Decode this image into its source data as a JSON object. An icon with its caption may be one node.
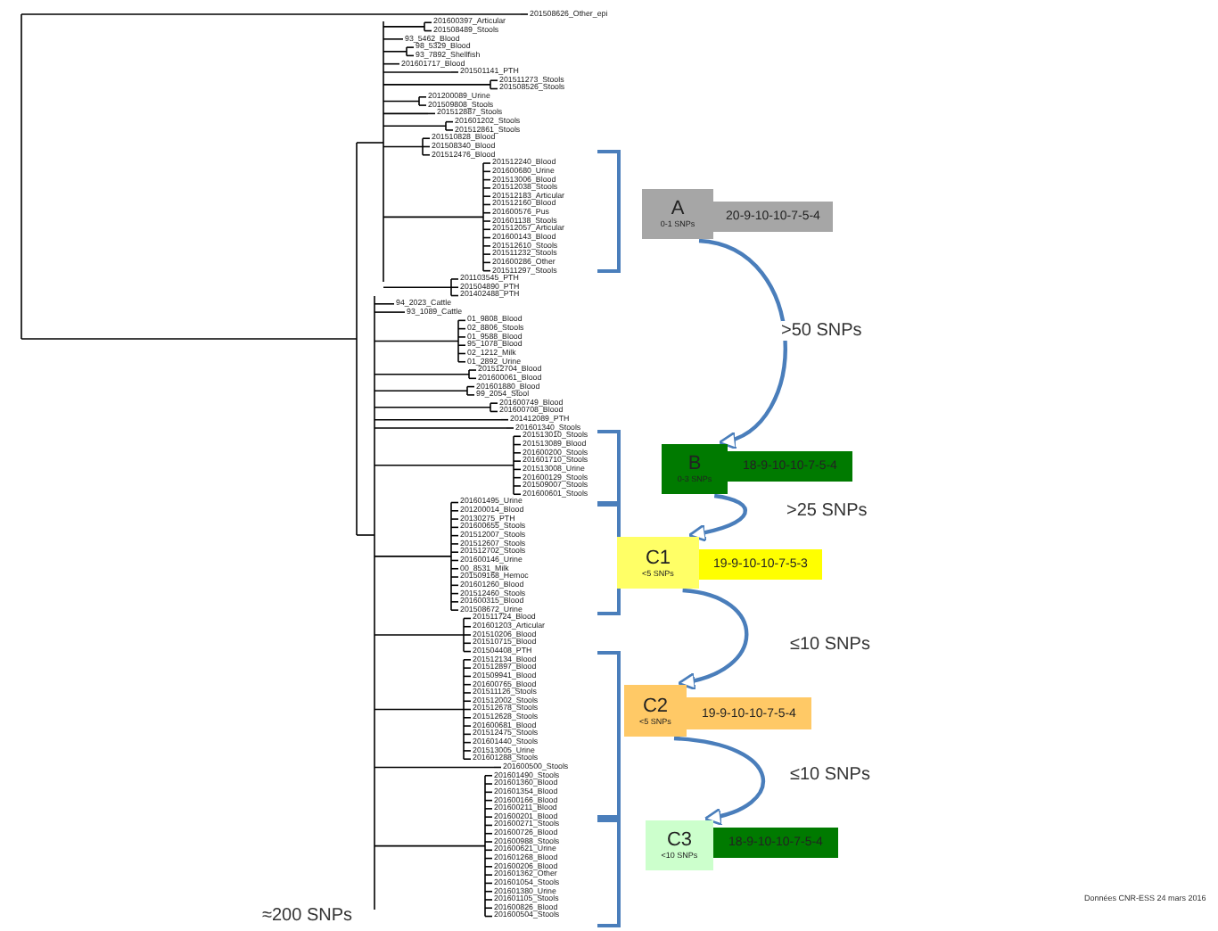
{
  "diagram": {
    "nodes": [
      {
        "text": [
          "A",
          "0-1 SNPs"
        ]
      },
      {
        "text": [
          "20-9-10-10-7-5-4"
        ]
      },
      {
        "text": [
          "B",
          "0-3 SNPs"
        ]
      },
      {
        "text": [
          "18-9-10-10-7-5-4"
        ]
      },
      {
        "text": [
          "C1",
          "<5 SNPs"
        ]
      },
      {
        "text": [
          "19-9-10-10-7-5-3"
        ]
      },
      {
        "text": [
          "C2",
          "<5 SNPs"
        ]
      },
      {
        "text": [
          "19-9-10-10-7-5-4"
        ]
      },
      {
        "text": [
          "C3",
          "<10 SNPs"
        ]
      },
      {
        "text": [
          "18-9-10-10-7-5-4"
        ]
      }
    ],
    "edges": [
      {
        "from": 0,
        "to": 2,
        "arrow": "to",
        "label": ">50 SNPs"
      },
      {
        "from": 2,
        "to": 4,
        "arrow": "to",
        "label": ">25 SNPs"
      },
      {
        "from": 4,
        "to": 6,
        "arrow": "to",
        "label": "≤10 SNPs"
      },
      {
        "from": 6,
        "to": 8,
        "arrow": "to",
        "label": "≤10 SNPs"
      }
    ],
    "labels": [
      "201508626_Other_epi",
      "201600397_Articular",
      "201508489_Stools",
      "93_5462_Blood",
      "98_5329_Blood",
      "93_7892_Shellfish",
      "201601717_Blood",
      "201501141_PTH",
      "201511273_Stools",
      "201508526_Stools",
      "201200089_Urine",
      "201509808_Stools",
      "201512887_Stools",
      "201601202_Stools",
      "201512861_Stools",
      "201510828_Blood",
      "201508340_Blood",
      "201512476_Blood",
      "201512240_Blood",
      "201600680_Urine",
      "201513006_Blood",
      "201512038_Stools",
      "201512183_Articular",
      "201512160_Blood",
      "201600576_Pus",
      "201601138_Stools",
      "201512057_Articular",
      "201600143_Blood",
      "201512610_Stools",
      "201511232_Stools",
      "201600286_Other",
      "201511297_Stools",
      "201103545_PTH",
      "201504890_PTH",
      "201402488_PTH",
      "94_2023_Cattle",
      "93_1089_Cattle",
      "01_9808_Blood",
      "02_8806_Stools",
      "01_9588_Blood",
      "95_1078_Blood",
      "02_1212_Milk",
      "01_2892_Urine",
      "201512704_Blood",
      "201600061_Blood",
      "201601880_Blood",
      "99_2054_Stool",
      "201600749_Blood",
      "201600708_Blood",
      "201412089_PTH",
      "201601340_Stools",
      "201513010_Stools",
      "201513089_Blood",
      "201600200_Stools",
      "201601710_Stools",
      "201513008_Urine",
      "201600129_Stools",
      "201509007_Stools",
      "201600601_Stools",
      "201601495_Urine",
      "201200014_Blood",
      "20130275_PTH",
      "201600655_Stools",
      "201512007_Stools",
      "201512607_Stools",
      "201512702_Stools",
      "201600146_Urine",
      "00_8531_Milk",
      "201509168_Hemoc",
      "201601260_Blood",
      "201512460_Stools",
      "201600315_Blood",
      "201508672_Urine",
      "201511724_Blood",
      "201601203_Articular",
      "201510206_Blood",
      "201510715_Blood",
      "201504408_PTH",
      "201512134_Blood",
      "201512897_Blood",
      "201509941_Blood",
      "201600765_Blood",
      "201511126_Stools",
      "201512002_Stools",
      "201512678_Stools",
      "201512628_Stools",
      "201600681_Blood",
      "201512475_Stools",
      "201601440_Stools",
      "201513005_Urine",
      "201601288_Stools",
      "201600500_Stools",
      "201601490_Stools",
      "201601360_Blood",
      "201601354_Blood",
      "201600166_Blood",
      "201600211_Blood",
      "201600201_Blood",
      "201600271_Stools",
      "201600726_Blood",
      "201600988_Stools",
      "201600621_Urine",
      "201601268_Blood",
      "201600206_Blood",
      "201601362_Other",
      "201601054_Stools",
      "201601380_Urine",
      "201601105_Stools",
      "201600826_Blood",
      "201600504_Stools",
      "≈200 SNPs",
      "Données CNR-ESS 24 mars 2016"
    ]
  }
}
